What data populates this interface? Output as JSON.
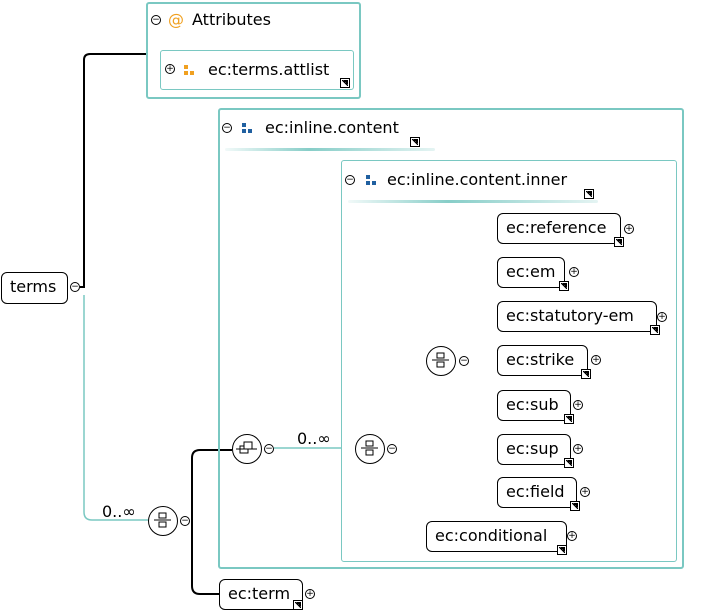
{
  "root": {
    "label": "terms"
  },
  "attributes": {
    "header": "Attributes",
    "at_symbol": "@",
    "group": {
      "label": "ec:terms.attlist"
    }
  },
  "inline_content": {
    "label": "ec:inline.content",
    "cardinality": "0..∞",
    "inner": {
      "label": "ec:inline.content.inner",
      "children": [
        "ec:reference",
        "ec:em",
        "ec:statutory-em",
        "ec:strike",
        "ec:sub",
        "ec:sup",
        "ec:field"
      ],
      "conditional": "ec:conditional"
    }
  },
  "sequence_cardinality": "0..∞",
  "term": {
    "label": "ec:term"
  },
  "colors": {
    "panel_border": "#7ac8c2",
    "attr_icon": "#f0a020",
    "group_icon": "#2060a0"
  },
  "icons": [
    "collapse-icon",
    "expand-icon",
    "reference-arrow-icon",
    "sequence-compositor-icon",
    "choice-compositor-icon"
  ]
}
